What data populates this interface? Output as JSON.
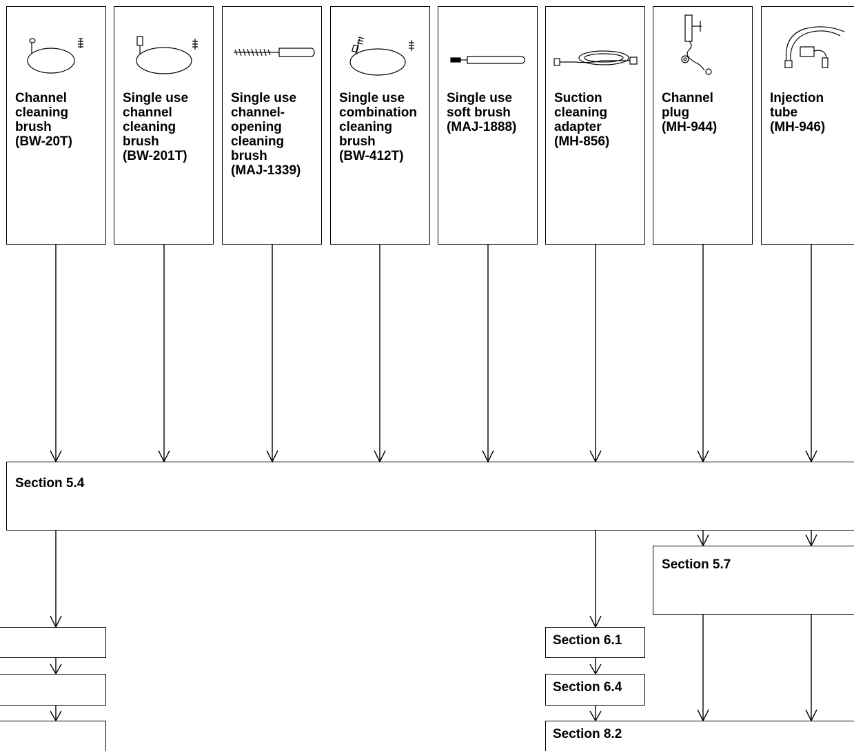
{
  "items": [
    {
      "label": "Channel\ncleaning\nbrush\n(BW-20T)",
      "icon": "channel-cleaning-brush-icon"
    },
    {
      "label": "Single use\nchannel\ncleaning\nbrush\n(BW-201T)",
      "icon": "single-use-channel-cleaning-brush-icon"
    },
    {
      "label": "Single use\nchannel-\nopening\ncleaning\nbrush\n(MAJ-1339)",
      "icon": "channel-opening-brush-icon"
    },
    {
      "label": "Single use\ncombination\ncleaning\nbrush\n(BW-412T)",
      "icon": "combination-cleaning-brush-icon"
    },
    {
      "label": "Single use\nsoft brush\n(MAJ-1888)",
      "icon": "soft-brush-icon"
    },
    {
      "label": "Suction\ncleaning\nadapter\n(MH-856)",
      "icon": "suction-cleaning-adapter-icon"
    },
    {
      "label": "Channel\nplug\n(MH-944)",
      "icon": "channel-plug-icon"
    },
    {
      "label": "Injection\ntube\n(MH-946)",
      "icon": "injection-tube-icon"
    }
  ],
  "sections": {
    "s54": "Section 5.4",
    "s57": "Section 5.7",
    "s61": "Section 6.1",
    "s64": "Section 6.4",
    "s82": "Section 8.2"
  }
}
